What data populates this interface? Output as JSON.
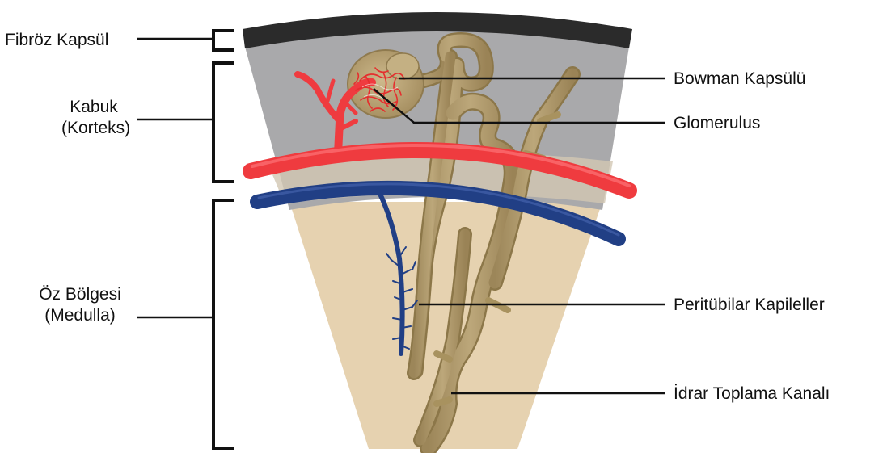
{
  "labels": {
    "fibrous_capsule": "Fibröz Kapsül",
    "cortex_line1": "Kabuk",
    "cortex_line2": "(Korteks)",
    "medulla_line1": "Öz Bölgesi",
    "medulla_line2": "(Medulla)",
    "bowman_capsule": "Bowman Kapsülü",
    "glomerulus": "Glomerulus",
    "peritubular_capillaries": "Peritübilar Kapileller",
    "collecting_duct": "İdrar Toplama Kanalı"
  },
  "colors": {
    "capsule": "#2b2b2b",
    "cortex": "#a9a9ab",
    "medulla": "#e6d2b0",
    "artery": "#ef3b3f",
    "vein": "#213f85",
    "tubule": "#b09a6d",
    "bracket": "#111111"
  }
}
